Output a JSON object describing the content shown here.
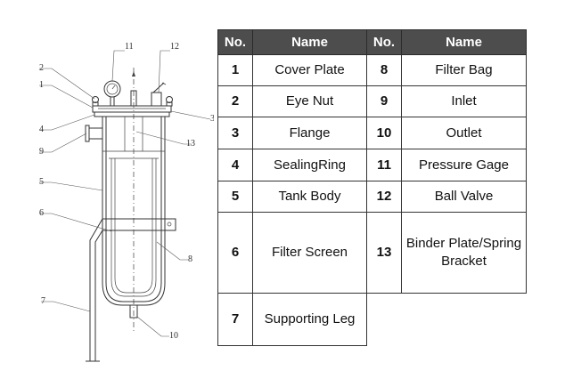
{
  "diagram": {
    "callouts": [
      "1",
      "2",
      "3",
      "4",
      "5",
      "6",
      "7",
      "8",
      "9",
      "10",
      "11",
      "12",
      "13"
    ]
  },
  "table": {
    "headers": [
      "No.",
      "Name",
      "No.",
      "Name"
    ],
    "left": [
      {
        "no": "1",
        "name": "Cover Plate"
      },
      {
        "no": "2",
        "name": "Eye Nut"
      },
      {
        "no": "3",
        "name": "Flange"
      },
      {
        "no": "4",
        "name": "SealingRing"
      },
      {
        "no": "5",
        "name": "Tank Body"
      },
      {
        "no": "6",
        "name": "Filter Screen"
      },
      {
        "no": "7",
        "name": "Supporting Leg"
      }
    ],
    "right": [
      {
        "no": "8",
        "name": "Filter Bag"
      },
      {
        "no": "9",
        "name": "Inlet"
      },
      {
        "no": "10",
        "name": "Outlet"
      },
      {
        "no": "11",
        "name": "Pressure Gage"
      },
      {
        "no": "12",
        "name": "Ball Valve"
      },
      {
        "no": "13",
        "name": "Binder Plate/Spring Bracket"
      }
    ]
  }
}
